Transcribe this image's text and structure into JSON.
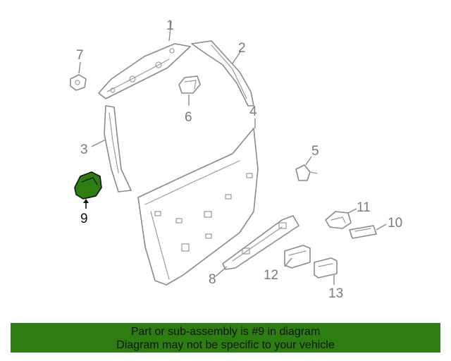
{
  "diagram": {
    "highlight_color": "#2e7d12",
    "callouts": [
      "1",
      "2",
      "3",
      "4",
      "5",
      "6",
      "7",
      "8",
      "9",
      "10",
      "11",
      "12",
      "13"
    ],
    "highlighted_part": "9"
  },
  "banner": {
    "line1": "Part or sub-assembly is #9 in diagram",
    "line2": "Diagram may not be specific to your vehicle",
    "background": "#2e7d12"
  }
}
